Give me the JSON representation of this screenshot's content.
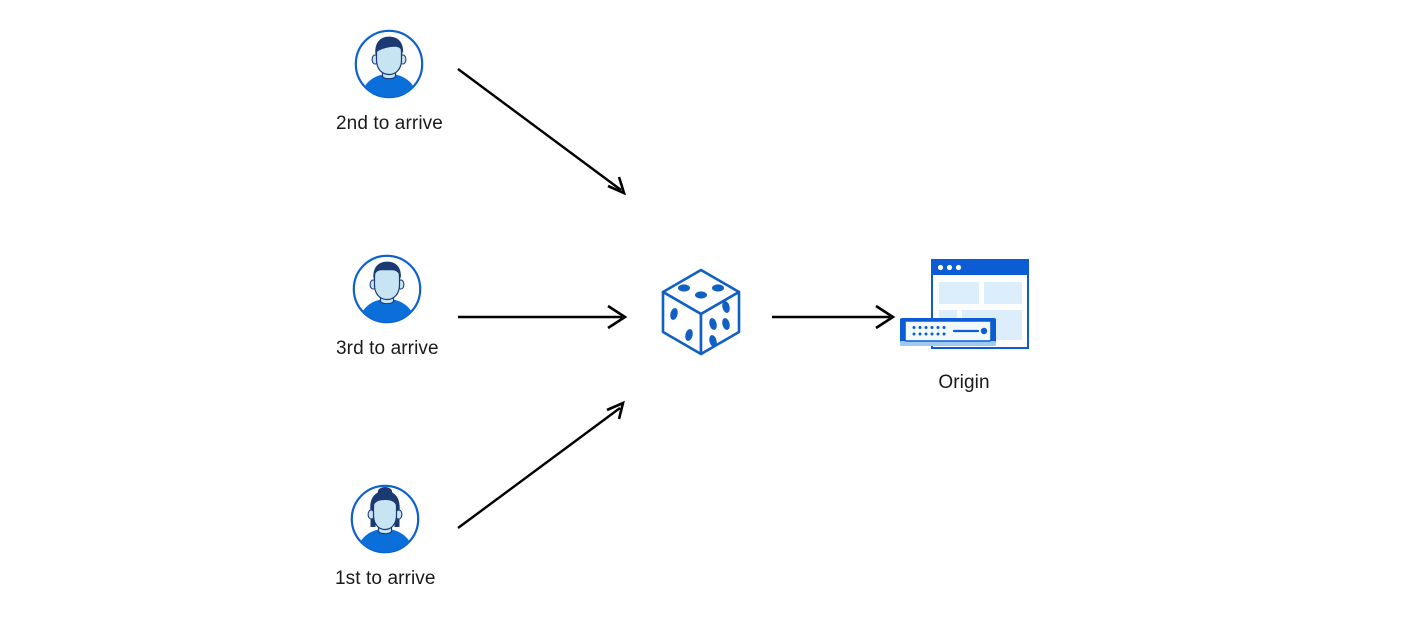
{
  "diagram": {
    "title": "Load balancing request ordering diagram",
    "background_color": "#ffffff",
    "colors": {
      "accent_blue": "#0b61d1",
      "bright_blue": "#0b6fd9",
      "dark_navy": "#1b3a73",
      "light_face": "#c7e4f3",
      "pale_panel": "#dceefb",
      "arrow_black": "#000000",
      "label_text": "#1a1a1a"
    }
  },
  "nodes": {
    "client_top": {
      "label": "2nd to arrive",
      "icon": "user-avatar-icon",
      "hair_style": "short"
    },
    "client_middle": {
      "label": "3rd to arrive",
      "icon": "user-avatar-icon",
      "hair_style": "short"
    },
    "client_bottom": {
      "label": "1st to arrive",
      "icon": "user-avatar-icon",
      "hair_style": "bun"
    },
    "randomizer": {
      "label": "",
      "icon": "dice-icon",
      "faces": {
        "top_dots": 3,
        "left_dots": 2,
        "right_dots": 6
      }
    },
    "origin": {
      "label": "Origin",
      "icon": "origin-server-icon",
      "browser_dots": 3
    }
  },
  "arrows": [
    {
      "name": "arrow-top-client-to-dice",
      "from": "client_top",
      "to": "randomizer",
      "style": "solid",
      "head": "open-v"
    },
    {
      "name": "arrow-middle-client-to-dice",
      "from": "client_middle",
      "to": "randomizer",
      "style": "solid",
      "head": "open-v"
    },
    {
      "name": "arrow-bottom-client-to-dice",
      "from": "client_bottom",
      "to": "randomizer",
      "style": "solid",
      "head": "open-v"
    },
    {
      "name": "arrow-dice-to-origin",
      "from": "randomizer",
      "to": "origin",
      "style": "solid",
      "head": "open-v"
    }
  ]
}
